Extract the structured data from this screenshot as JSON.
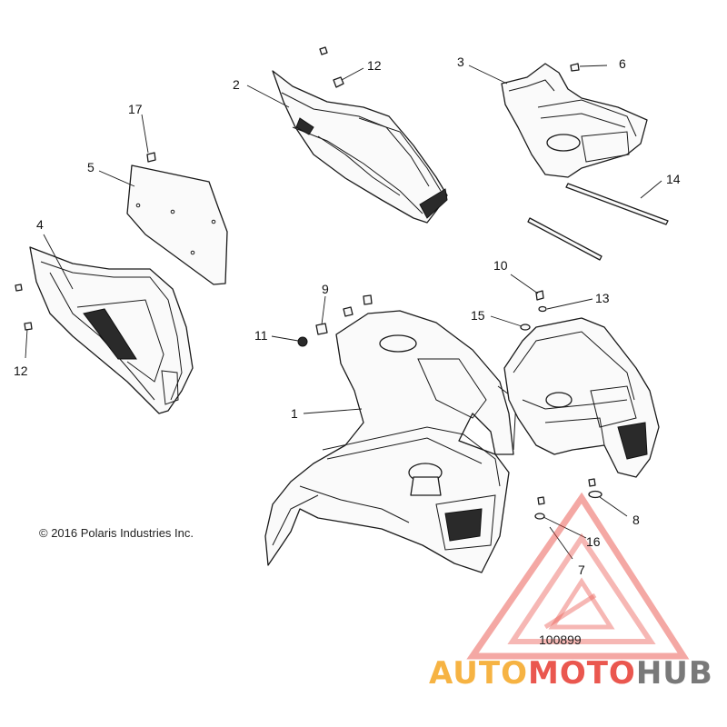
{
  "diagram": {
    "callouts": [
      {
        "id": "c1",
        "label": "1"
      },
      {
        "id": "c2",
        "label": "2"
      },
      {
        "id": "c3",
        "label": "3"
      },
      {
        "id": "c4",
        "label": "4"
      },
      {
        "id": "c5",
        "label": "5"
      },
      {
        "id": "c6",
        "label": "6"
      },
      {
        "id": "c7",
        "label": "7"
      },
      {
        "id": "c8",
        "label": "8"
      },
      {
        "id": "c9",
        "label": "9"
      },
      {
        "id": "c10",
        "label": "10"
      },
      {
        "id": "c11",
        "label": "11"
      },
      {
        "id": "c12a",
        "label": "12"
      },
      {
        "id": "c12b",
        "label": "12"
      },
      {
        "id": "c13",
        "label": "13"
      },
      {
        "id": "c14",
        "label": "14"
      },
      {
        "id": "c15",
        "label": "15"
      },
      {
        "id": "c16",
        "label": "16"
      },
      {
        "id": "c17",
        "label": "17"
      }
    ],
    "copyright": "© 2016 Polaris Industries Inc.",
    "figure_number": "100899"
  },
  "watermark": {
    "brand_part1": "AUTO",
    "brand_part2": "MOTO",
    "brand_part3": "HUB",
    "colors": {
      "red": "#e8453c",
      "orange": "#f5a623",
      "gray": "#6b6b6b"
    }
  }
}
